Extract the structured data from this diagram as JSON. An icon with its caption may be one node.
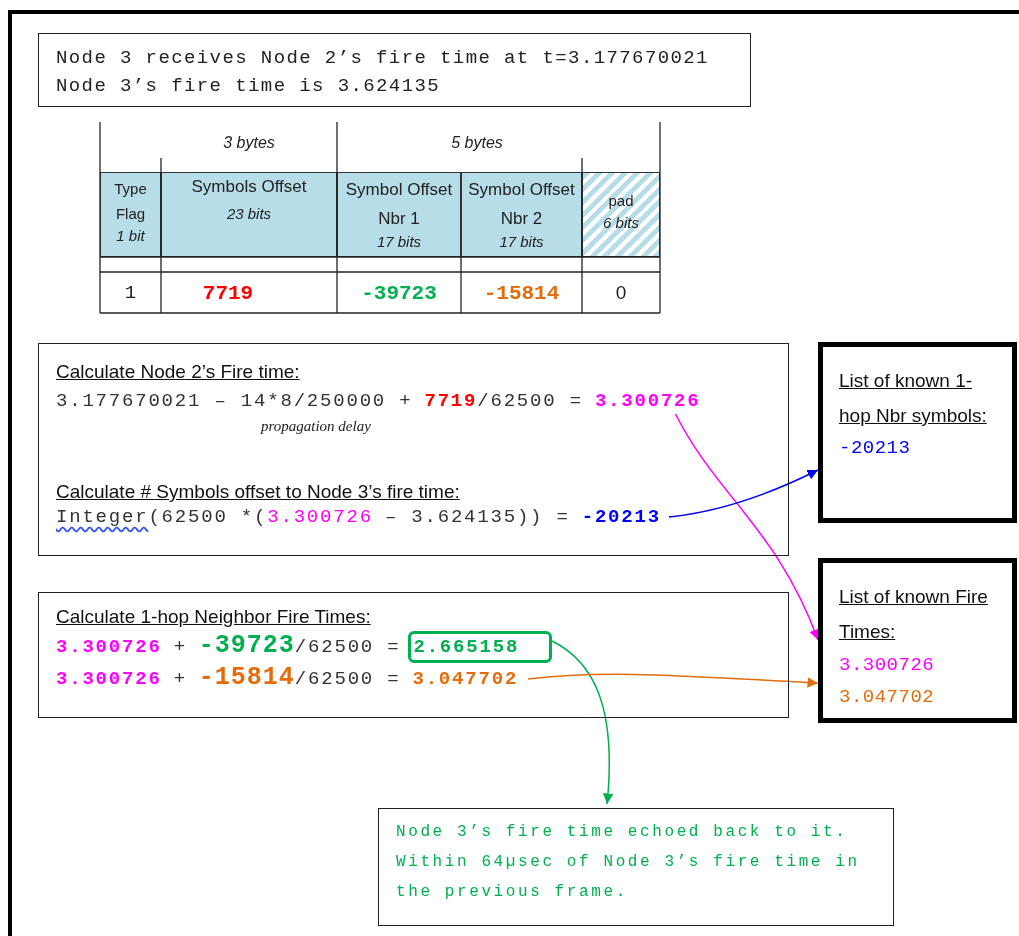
{
  "diagram": {
    "nodes": [
      {
        "text": [
          "Node 3 receives Node 2’s fire time at t=3.177670021",
          "Node 3’s fire time is 3.624135"
        ]
      },
      {
        "text": [
          "Calculate Node 2’s Fire time:",
          "3.177670021 – 14*8/250000 +",
          "7719",
          "/62500 =",
          "propagation delay",
          "Calculate # Symbols offset to Node 3’s fire time:",
          "Integer",
          "(62500 *(",
          "3.300726",
          "– 3.624135)) ="
        ]
      },
      {
        "text": [
          "3.300726"
        ],
        "in": 1
      },
      {
        "text": [
          "-20213"
        ],
        "in": 1
      },
      {
        "text": [
          "Calculate 1-hop Neighbor Fire Times:",
          "3.300726",
          "+",
          "-39723",
          "/62500 =",
          "3.300726",
          "+",
          "-15814",
          "/62500 ="
        ]
      },
      {
        "text": [
          "2.665158"
        ],
        "in": 4
      },
      {
        "text": [
          "3.047702"
        ],
        "in": 4
      },
      {
        "text": [
          "List of known 1-hop Nbr symbols:",
          "-20213"
        ]
      },
      {
        "text": [
          "List of known Fire Times:",
          "3.300726",
          "3.047702"
        ]
      },
      {
        "text": [
          "Node 3’s fire time echoed back to it.",
          "Within 64µsec of Node 3’s fire time in the previous frame."
        ]
      }
    ],
    "edges": [
      {
        "from": 2,
        "to": 8,
        "arrow": "to",
        "color": "#ff00ff"
      },
      {
        "from": 3,
        "to": 7,
        "arrow": "to",
        "color": "#0000ff"
      },
      {
        "from": 5,
        "to": 9,
        "arrow": "to",
        "color": "#00b050"
      },
      {
        "from": 6,
        "to": 8,
        "arrow": "to",
        "color": "#e46c0a"
      }
    ],
    "labels": [
      "3 bytes",
      "5 bytes",
      "Type Flag",
      "1 bit",
      "Symbols Offset",
      "23 bits",
      "Symbol Offset Nbr 1",
      "17 bits",
      "Symbol Offset Nbr 2",
      "17 bits",
      "pad",
      "6 bits",
      "1",
      "7719",
      "-39723",
      "-15814",
      "0"
    ]
  }
}
